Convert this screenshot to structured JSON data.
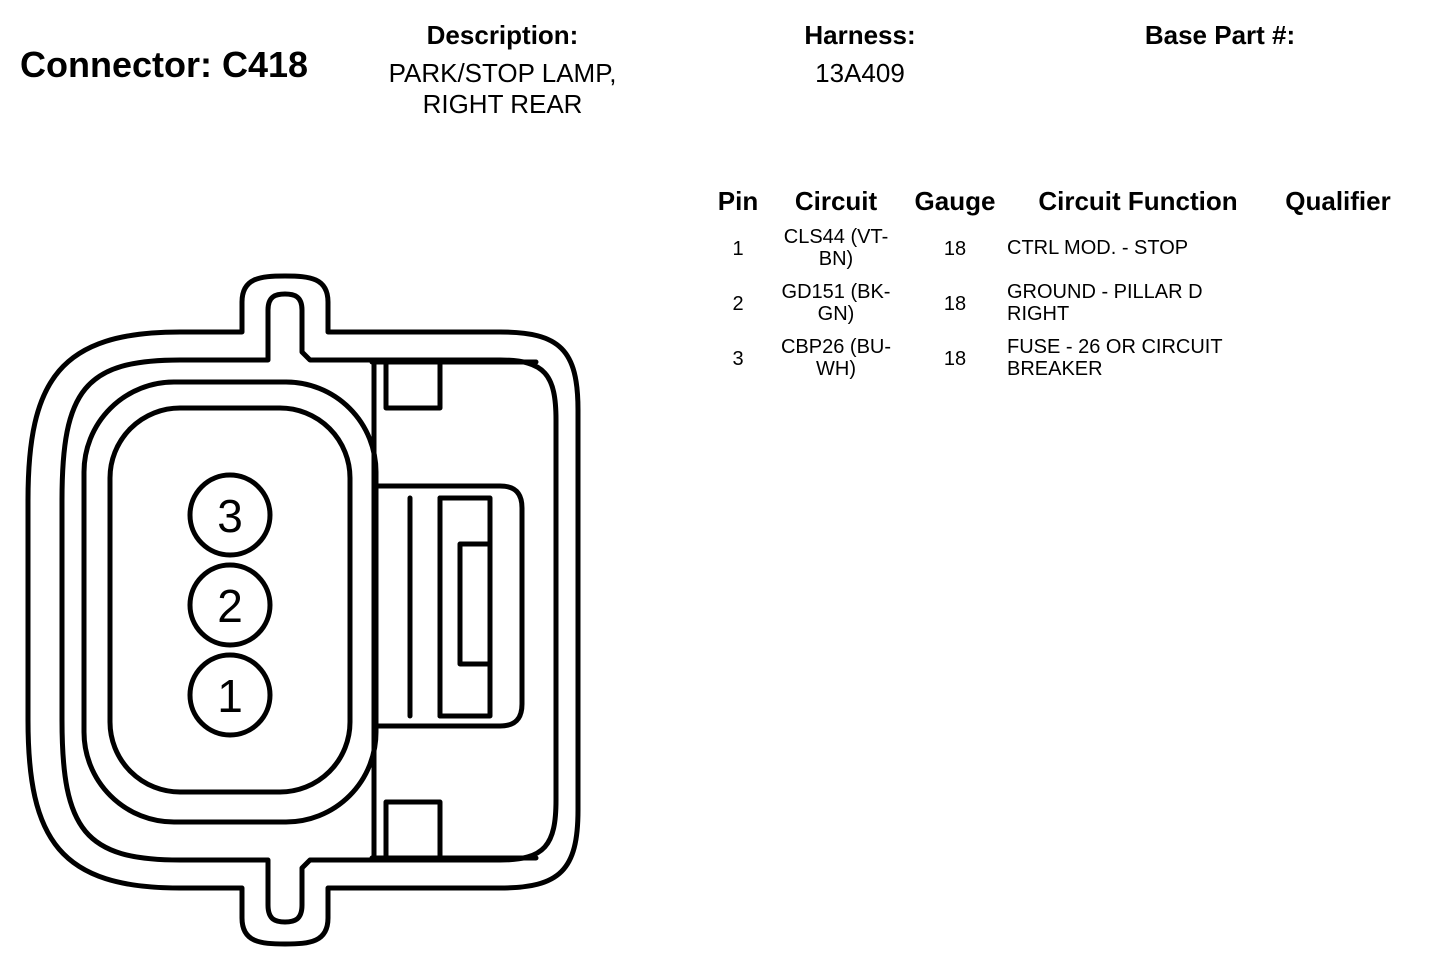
{
  "connector": {
    "label": "Connector: C418"
  },
  "description": {
    "label": "Description:",
    "lines": [
      "PARK/STOP LAMP,",
      "RIGHT REAR"
    ]
  },
  "harness": {
    "label": "Harness:",
    "value": "13A409"
  },
  "base_part": {
    "label": "Base Part #:",
    "value": ""
  },
  "table": {
    "headers": {
      "pin": "Pin",
      "circuit": "Circuit",
      "gauge": "Gauge",
      "function": "Circuit Function",
      "qualifier": "Qualifier"
    },
    "rows": [
      {
        "pin": "1",
        "circuit": [
          "CLS44 (VT-",
          "BN)"
        ],
        "gauge": "18",
        "function": [
          "CTRL MOD. - STOP"
        ],
        "qualifier": ""
      },
      {
        "pin": "2",
        "circuit": [
          "GD151 (BK-",
          "GN)"
        ],
        "gauge": "18",
        "function": [
          "GROUND - PILLAR D",
          "RIGHT"
        ],
        "qualifier": ""
      },
      {
        "pin": "3",
        "circuit": [
          "CBP26 (BU-",
          "WH)"
        ],
        "gauge": "18",
        "function": [
          "FUSE - 26 OR CIRCUIT",
          "BREAKER"
        ],
        "qualifier": ""
      }
    ]
  },
  "diagram": {
    "pin_labels": [
      "3",
      "2",
      "1"
    ]
  }
}
